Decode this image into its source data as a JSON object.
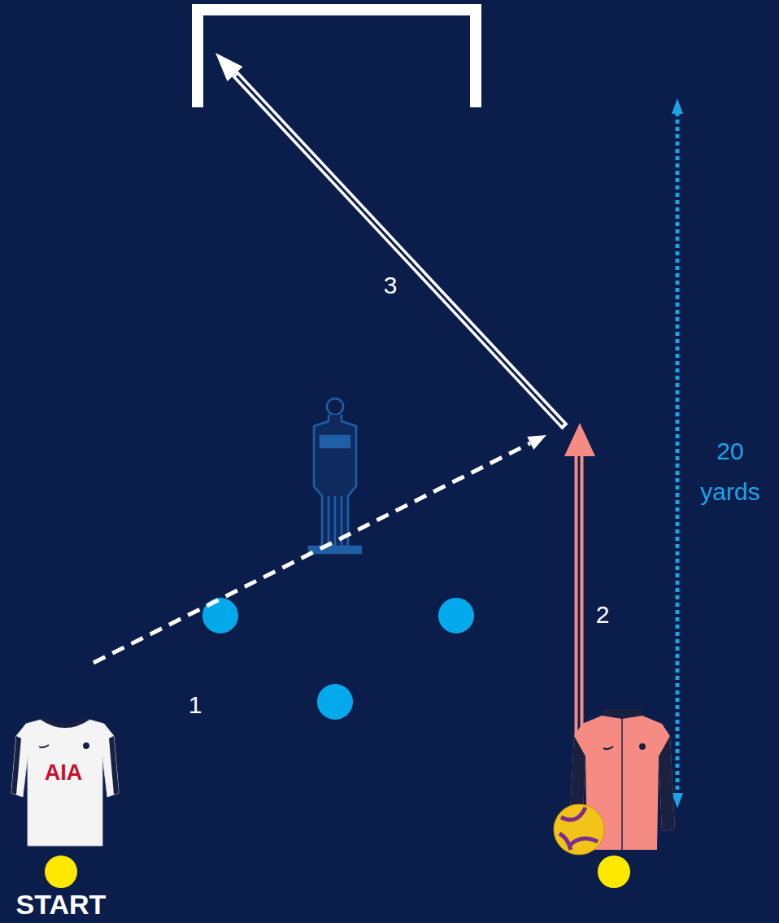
{
  "diagram": {
    "labels": [
      "3",
      "20 yards",
      "2",
      "1",
      "AIA",
      "START"
    ]
  }
}
